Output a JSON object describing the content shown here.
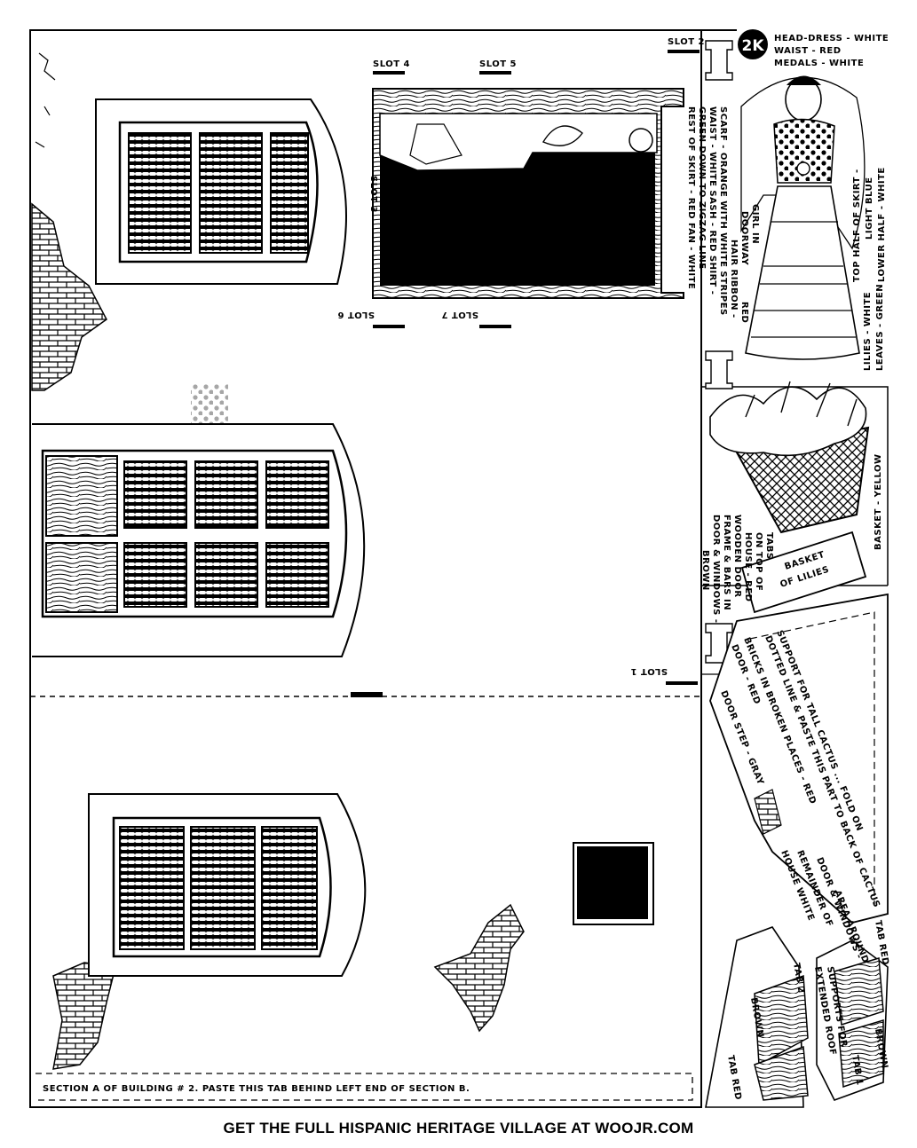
{
  "badge": "2K",
  "slots": {
    "slot1": "SLOT 1",
    "slot2": "SLOT 2",
    "slot3": "SLOT 3",
    "slot4": "SLOT 4",
    "slot5": "SLOT 5",
    "slot6": "SLOT 6",
    "slot7": "SLOT 7"
  },
  "colors_top": [
    "HEAD-DRESS - WHITE",
    "WAIST - RED",
    "MEDALS - WHITE"
  ],
  "skirt_note": [
    "TOP HALF OF SKIRT -",
    "LIGHT BLUE",
    "LOWER HALF - WHITE"
  ],
  "lilies_note": [
    "LILIES - WHITE",
    "LEAVES - GREEN"
  ],
  "basket_note": "BASKET - YELLOW",
  "basket_label": [
    "BASKET",
    "OF LILIES"
  ],
  "girl_note": [
    "GIRL IN",
    "DOORWAY",
    "HAIR RIBBON -",
    "RED",
    "SCARF - ORANGE WITH WHITE STRIPES",
    "WAIST - WHITE    SASH - RED    SHIRT -",
    "GREEN DOWN TO ZIGZAG LINE",
    "REST OF SKIRT - RED    FAN - WHITE"
  ],
  "tabs_note": [
    "TABS",
    "ON TOP OF",
    "HOUSE - RED",
    "WOODEN DOOR",
    "FRAME & BARS IN",
    "DOOR & WINDOWS -",
    "BROWN"
  ],
  "support_note": [
    "SUPPORT  FOR  TALL  CACTUS ... FOLD ON",
    "DOTTED LINE & PASTE THIS PART TO BACK OF CACTUS"
  ],
  "bricks_note": [
    "BRICKS IN BROKEN PLACES - RED",
    "DOOR - RED",
    "DOOR STEP - GRAY"
  ],
  "area_note": [
    "AREA AROUND",
    "DOOR & WINDOWS -",
    "REMAINDER OF",
    "HOUSE WHITE"
  ],
  "tab_labels": {
    "tab1": "TAB 1",
    "tab2": "TAB 2",
    "tab_red_left": "TAB RED",
    "tab_red_right": "TAB RED",
    "brown_left": "BROWN",
    "brown_right": "BROWN"
  },
  "supports_note": [
    "SUPPORTS FOR",
    "EXTENDED ROOF"
  ],
  "section_caption": "SECTION A OF BUILDING # 2.   PASTE THIS TAB BEHIND LEFT END OF SECTION B.",
  "footer": "GET THE FULL HISPANIC HERITAGE VILLAGE AT WOOJR.COM"
}
